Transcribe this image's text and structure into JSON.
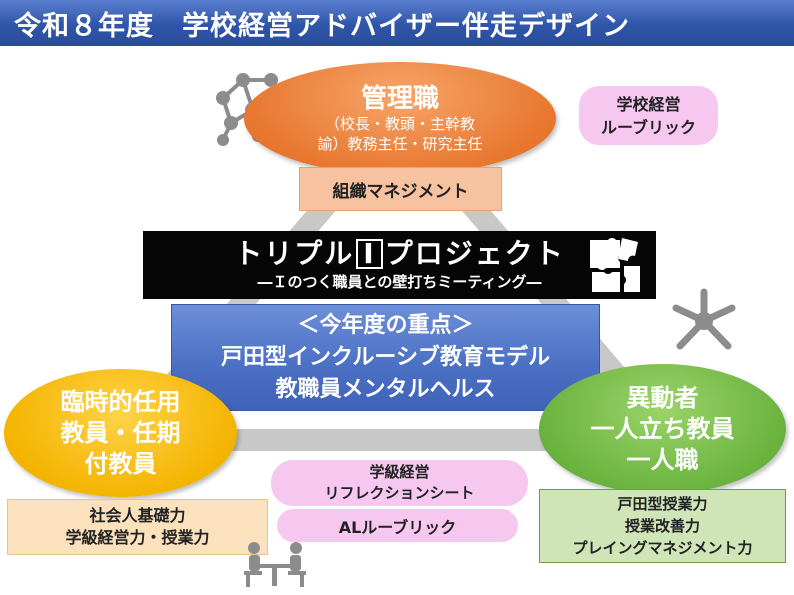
{
  "title": "令和８年度　学校経営アドバイザー伴走デザイン",
  "management": {
    "title": "管理職",
    "sub_lines": [
      "（校長・教頭・主幹教",
      "諭）教務主任・研究主任"
    ]
  },
  "org_management": "組織マネジメント",
  "school_rubric": [
    "学校経営",
    "ルーブリック"
  ],
  "triple": {
    "title_pre": "トリプル",
    "title_box": "I",
    "title_post": "プロジェクト",
    "subtitle": "―Ｉのつく職員との壁打ちミーティング―"
  },
  "focus": {
    "lines": [
      "＜今年度の重点＞",
      "戸田型インクルーシブ教育モデル",
      "教職員メンタルヘルス"
    ]
  },
  "temporary": {
    "lines": [
      "臨時的任用",
      "教員・任期",
      "付教員"
    ]
  },
  "transfer": {
    "lines": [
      "異動者",
      "一人立ち教員",
      "一人職"
    ]
  },
  "class_reflection": [
    "学級経営",
    "リフレクションシート"
  ],
  "al_rubric": "ALルーブリック",
  "temporary_skills": [
    "社会人基礎力",
    "学級経営力・授業力"
  ],
  "transfer_skills": [
    "戸田型授業力",
    "授業改善力",
    "プレイングマネジメント力"
  ],
  "colors": {
    "title_bar": "#2f55a8",
    "management": "#e8772f",
    "temporary": "#f4b400",
    "transfer": "#6ab33f",
    "focus": "#4a6fc3",
    "pill": "#f6c8f0"
  },
  "icons": [
    "network-icon",
    "puzzle-icon",
    "teamwork-hands-icon",
    "meeting-icon"
  ]
}
